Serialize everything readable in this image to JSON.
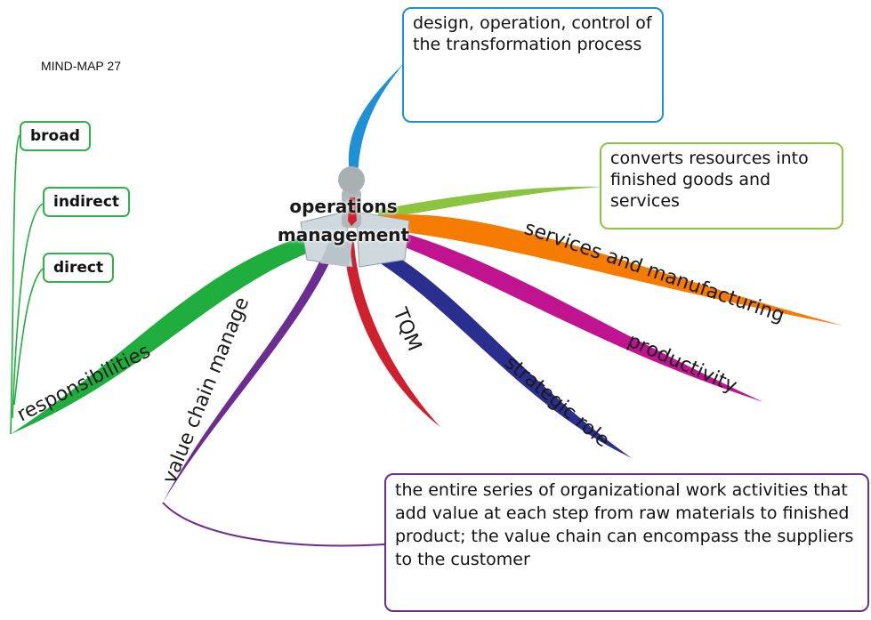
{
  "title": "MIND-MAP 27",
  "center": {
    "line1": "operations",
    "line2": "management"
  },
  "boxes": {
    "design": "design, operation, control of the transformation process",
    "converts": "converts resources into finished goods and services",
    "value_chain_def": "the entire series of organizational work activities that add value at each step from raw materials to finished product; the value chain can encompass the suppliers to the customer"
  },
  "branches": {
    "services": "services and manufacturing",
    "productivity": "productivity",
    "strategic": "strategic role",
    "tqm": "TQM",
    "value_chain": "value chain manage",
    "responsibilities": "responsibilities"
  },
  "leaves": {
    "broad": "broad",
    "indirect": "indirect",
    "direct": "direct"
  },
  "colors": {
    "blue_branch": "#1f8fd6",
    "green_branch": "#8bc53f",
    "orange_branch": "#f57c00",
    "magenta_branch": "#c0138f",
    "navy_branch": "#2a2e8f",
    "red_branch": "#d0202e",
    "purple_branch": "#6b2d8f",
    "darkgreen_branch": "#1fae3e"
  }
}
